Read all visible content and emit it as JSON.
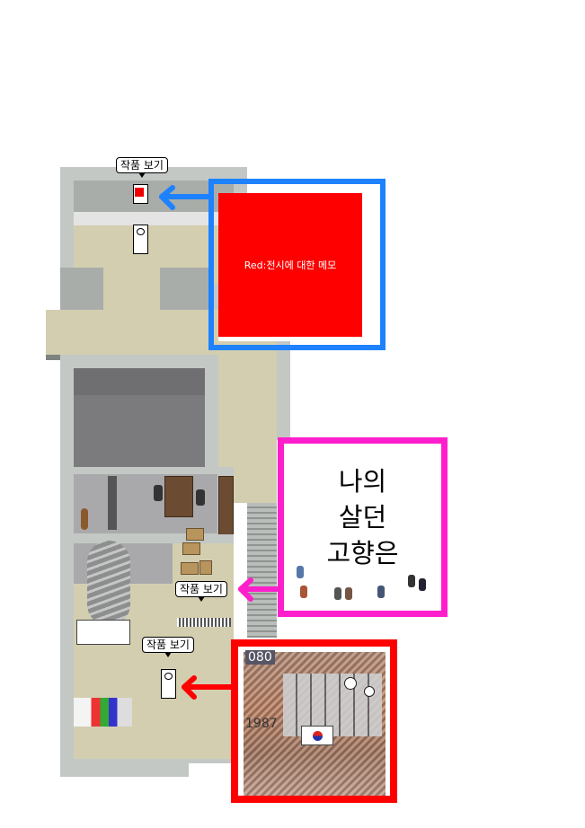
{
  "tooltips": {
    "top": "작품 보기",
    "middle": "작품 보기",
    "bottom": "작품 보기"
  },
  "red_panel": {
    "text": "Red:전시에 대한 메모"
  },
  "pink_panel": {
    "poem_lines": [
      "나의",
      "살던",
      "고향은"
    ]
  },
  "photo_panel": {
    "year_label": "1987",
    "corner_label": "080"
  },
  "colors": {
    "blue_highlight": "#1e82ff",
    "magenta_highlight": "#ff1ecc",
    "red_highlight": "#ff0000",
    "red_panel_fill": "#ff0000"
  }
}
